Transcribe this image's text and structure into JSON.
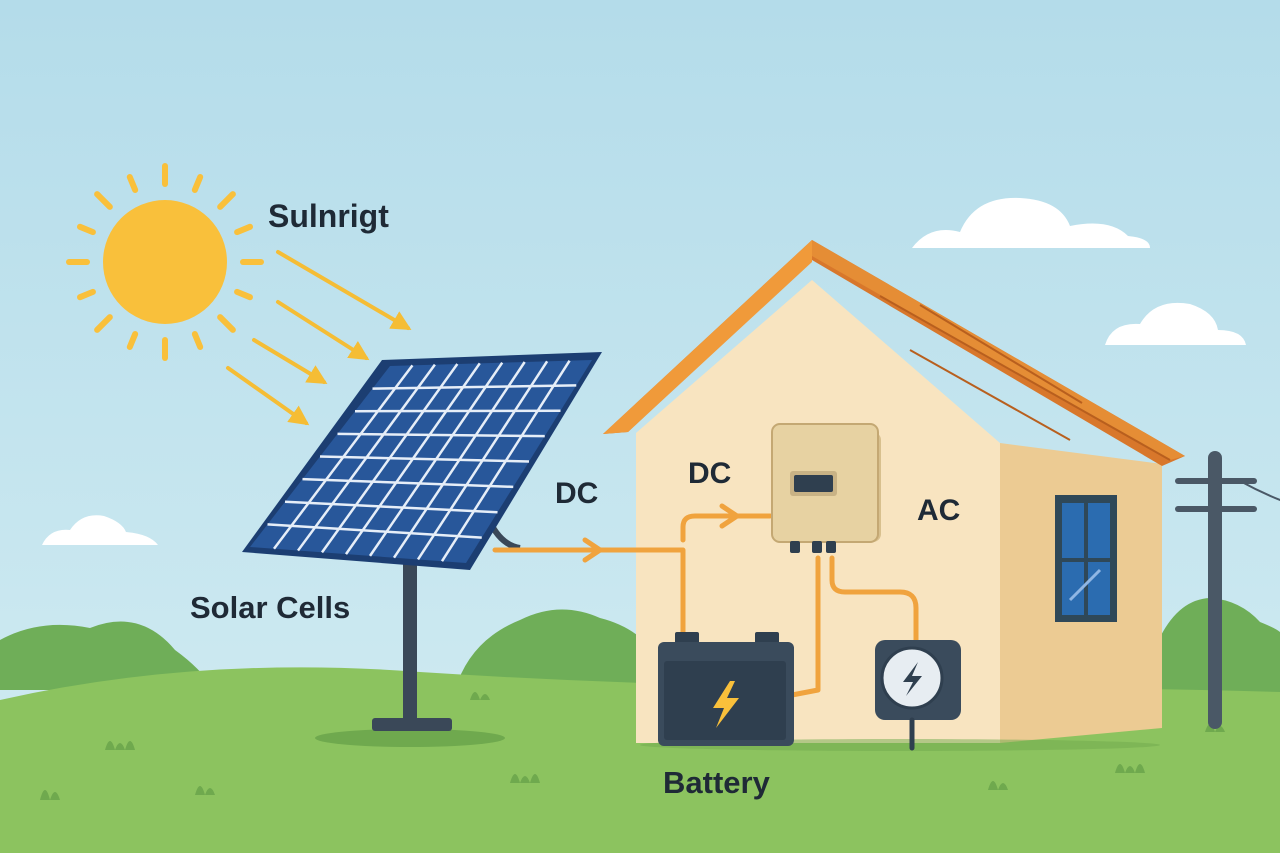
{
  "diagram": {
    "title": "Solar power system",
    "labels": {
      "sunlight": "Sulnrigt",
      "solar_cells": "Solar Cells",
      "dc_panel": "DC",
      "dc_battery": "DC",
      "ac": "AC",
      "battery": "Battery"
    },
    "colors": {
      "sky": "#bfe3ef",
      "sun": "#f9c03b",
      "ray": "#f5bd35",
      "panel": "#1f4a85",
      "wire": "#f0a33e",
      "wall": "#f8e4c0",
      "roof": "#d8772b",
      "grass": "#8cc35f",
      "label_text": "#1f2a36"
    },
    "icons": {
      "battery": "lightning-bolt-icon",
      "meter": "lightning-bolt-icon"
    }
  }
}
